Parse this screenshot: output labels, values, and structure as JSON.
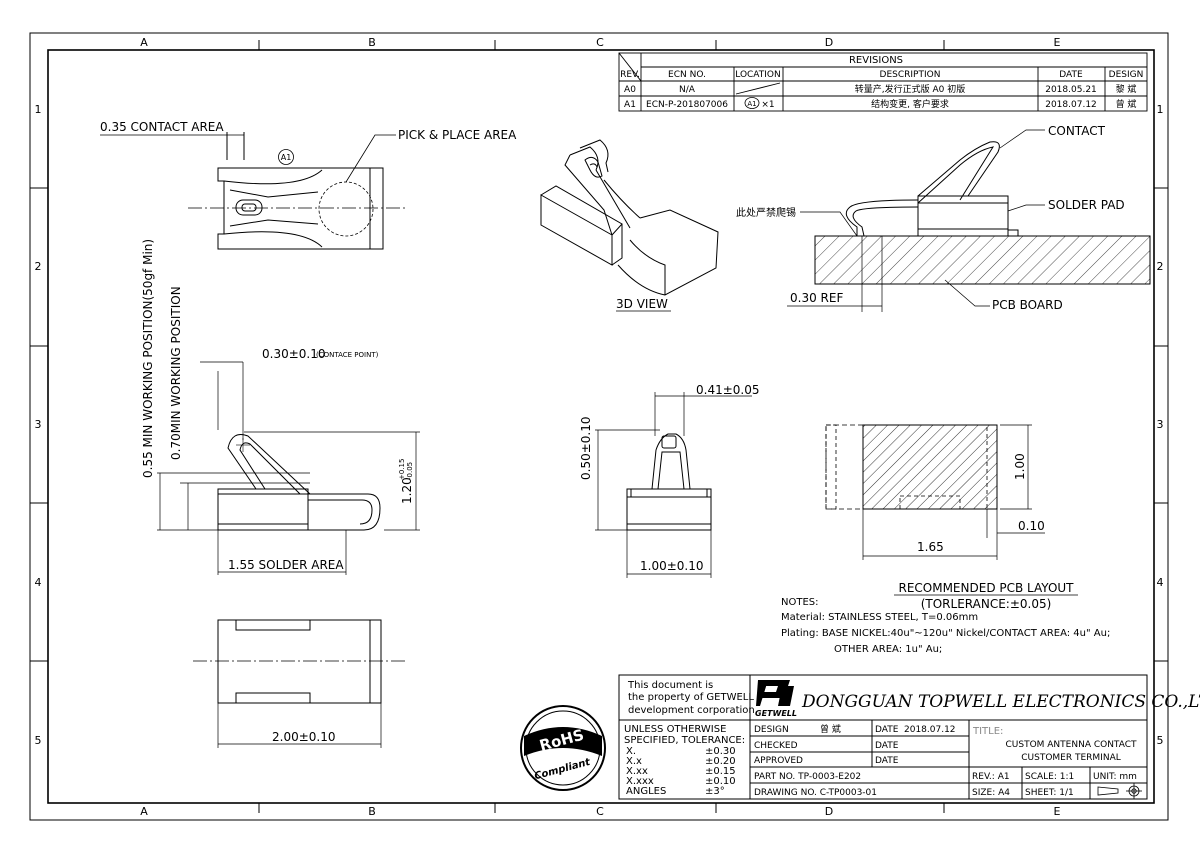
{
  "zones": {
    "columns": [
      "A",
      "B",
      "C",
      "D",
      "E"
    ],
    "rows": [
      "1",
      "2",
      "3",
      "4",
      "5"
    ]
  },
  "revisions": {
    "title": "REVISIONS",
    "headers": [
      "REV.",
      "ECN NO.",
      "LOCATION",
      "DESCRIPTION",
      "DATE",
      "DESIGN"
    ],
    "rows": [
      {
        "rev": "A0",
        "ecn": "N/A",
        "location": "",
        "description": "转量产,发行正式版 A0 初版",
        "date": "2018.05.21",
        "design": "黎 斌"
      },
      {
        "rev": "A1",
        "ecn": "ECN-P-201807006",
        "location_badge": "A1",
        "location": "×1",
        "description": "结构变更, 客户要求",
        "date": "2018.07.12",
        "design": "曾 斌"
      }
    ]
  },
  "labels": {
    "contact_area_035": "0.35 CONTACT AREA",
    "pick_place": "PICK & PLACE AREA",
    "rev_marker": "A1",
    "view_3d": "3D VIEW",
    "contact": "CONTACT",
    "solder_pad": "SOLDER PAD",
    "no_solder_climb": "此处严禁爬锡",
    "ref_030": "0.30 REF",
    "pcb_board": "PCB BOARD",
    "min_055": "0.55 MIN WORKING POSITION(50gf Min)",
    "min_070": "0.70MIN WORKING POSITION",
    "contact_point_main": "0.30±0.10",
    "contact_point_note": "(CONTACE POINT)",
    "height_120_main": "1.20",
    "height_120_tol_up": "+0.15",
    "height_120_tol_dn": "-0.05",
    "solder_area": "1.55 SOLDER AREA",
    "width_041": "0.41±0.05",
    "height_050": "0.50±0.10",
    "width_100": "1.00±0.10",
    "pcb_100": "1.00",
    "pcb_010": "0.10",
    "pcb_165": "1.65",
    "length_200": "2.00±0.10"
  },
  "pcb_layout": {
    "title": "RECOMMENDED PCB LAYOUT",
    "tolerance": "(TORLERANCE:±0.05)"
  },
  "notes": {
    "heading": "NOTES:",
    "material": "Material:  STAINLESS STEEL, T=0.06mm",
    "plating1": "Plating:   BASE NICKEL:40u\"~120u\" Nickel/CONTACT AREA: 4u\" Au;",
    "plating2": "OTHER AREA: 1u\" Au;"
  },
  "title_block": {
    "property_1": "This document is",
    "property_2": "the property of GETWELL",
    "property_3": "development corporation.",
    "company": "DONGGUAN TOPWELL ELECTRONICS CO.,LTD.",
    "logo_text": "GETWELL",
    "tol_header_1": "UNLESS OTHERWISE",
    "tol_header_2": "SPECIFIED, TOLERANCE:",
    "tolerances": [
      {
        "label": "X.",
        "value": "±0.30"
      },
      {
        "label": "X.x",
        "value": "±0.20"
      },
      {
        "label": "X.xx",
        "value": "±0.15"
      },
      {
        "label": "X.xxx",
        "value": "±0.10"
      },
      {
        "label": "ANGLES",
        "value": "±3°"
      }
    ],
    "design_label": "DESIGN",
    "design_name": "曾 斌",
    "checked_label": "CHECKED",
    "approved_label": "APPROVED",
    "date_label": "DATE",
    "design_date": "2018.07.12",
    "part_no": "PART NO.  TP-0003-E202",
    "drawing_no": "DRAWING NO.  C-TP0003-01",
    "title_label": "TITLE:",
    "title_line1": "CUSTOM ANTENNA CONTACT",
    "title_line2": "CUSTOMER TERMINAL",
    "rev": "REV.:  A1",
    "scale": "SCALE:  1:1",
    "unit": "UNIT:   mm",
    "size": "SIZE:  A4",
    "sheet": "SHEET:  1/1"
  },
  "rohs": {
    "line1": "RoHS",
    "line2": "Compliant"
  }
}
